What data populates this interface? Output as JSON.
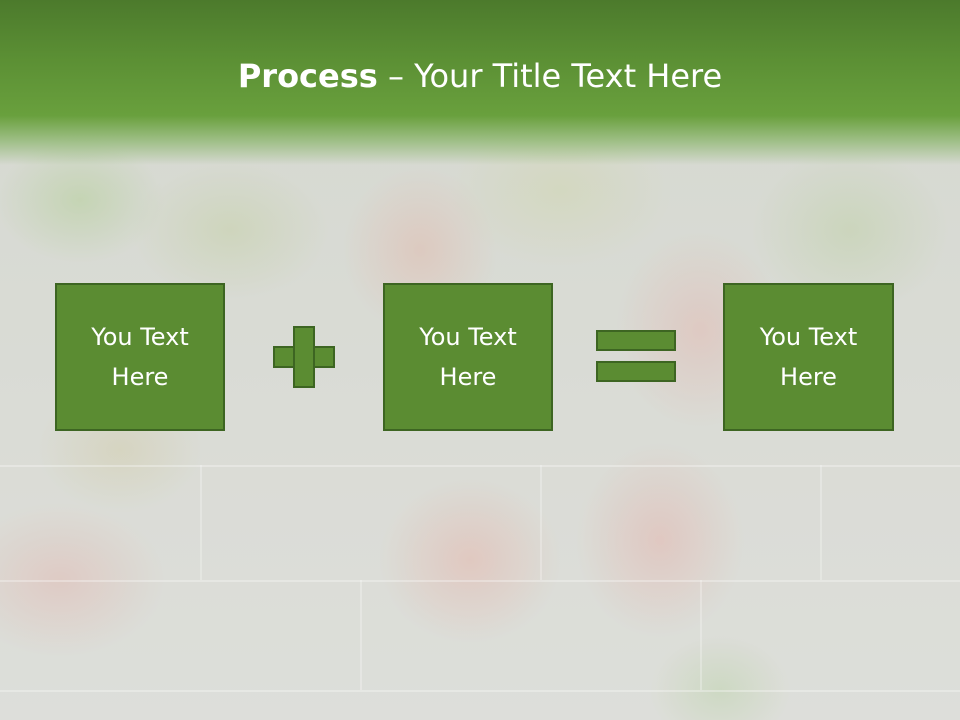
{
  "slide": {
    "title_bold": "Process",
    "title_rest": " – Your Title Text Here",
    "boxes": [
      {
        "label": "You Text Here"
      },
      {
        "label": "You Text Here"
      },
      {
        "label": "You Text Here"
      }
    ],
    "operators": [
      "plus-icon",
      "equals-icon"
    ],
    "colors": {
      "title_bar": "#5b8f34",
      "box_fill": "#5b8c32",
      "box_border": "#3d6522",
      "text": "#ffffff"
    }
  }
}
